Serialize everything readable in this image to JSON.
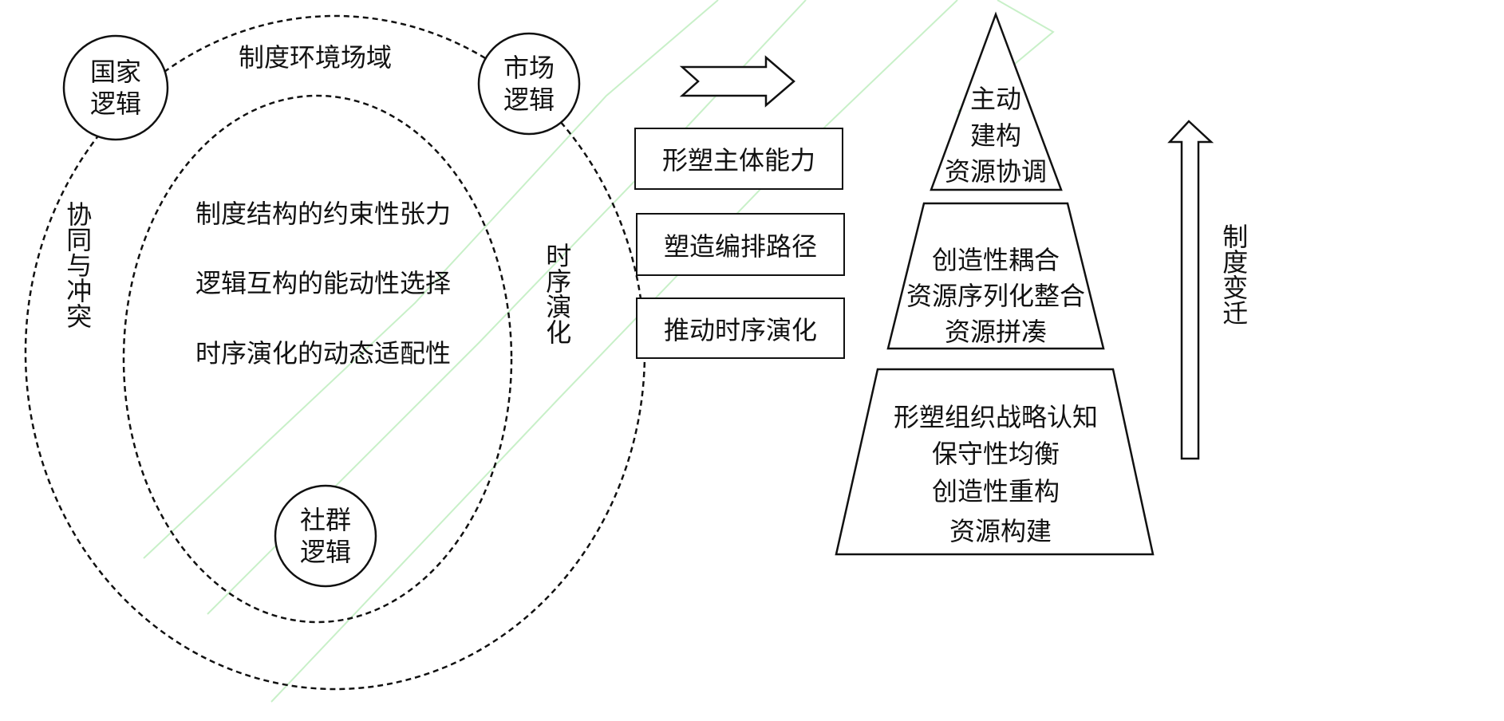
{
  "outer_ring": {
    "title": "制度环境场域",
    "left_label": "协同与冲突",
    "right_label": "时序演化"
  },
  "logic_nodes": [
    {
      "line1": "国家",
      "line2": "逻辑"
    },
    {
      "line1": "市场",
      "line2": "逻辑"
    },
    {
      "line1": "社群",
      "line2": "逻辑"
    }
  ],
  "inner_ring": {
    "items": [
      "制度结构的约束性张力",
      "逻辑互构的能动性选择",
      "时序演化的动态适配性"
    ]
  },
  "mechanisms": [
    "形塑主体能力",
    "塑造编排路径",
    "推动时序演化"
  ],
  "pyramid": {
    "top": [
      "主动",
      "建构",
      "资源协调"
    ],
    "middle": [
      "创造性耦合",
      "资源序列化整合",
      "资源拼凑"
    ],
    "bottom": [
      "形塑组织战略认知",
      "保守性均衡",
      "创造性重构",
      "资源构建"
    ]
  },
  "side_arrow_label": "制度变迁",
  "colors": {
    "line": "#111111",
    "watermark": "#c8f0c8"
  }
}
